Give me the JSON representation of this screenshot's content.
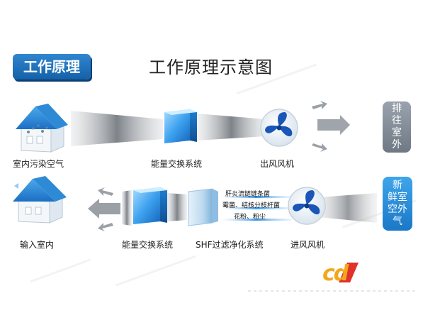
{
  "header": {
    "badge": "工作原理",
    "title": "工作原理示意图"
  },
  "top_row": {
    "house_label": "室内污染空气",
    "exchanger_label": "能量交换系统",
    "fan_label": "出风风机",
    "tag_chars": [
      "排",
      "往",
      "室",
      "外"
    ]
  },
  "bottom_row": {
    "house_label": "输入室内",
    "exchanger_label": "能量交换系统",
    "filter_label": "SHF过滤净化系统",
    "fan_label": "进风风机",
    "tag_chars": [
      "新",
      "鲜室",
      "空外",
      "气"
    ],
    "filter_notes": [
      "肝炎流链链条菌",
      "霉菌、结核分枝杆菌",
      "花粉、粉尘"
    ]
  },
  "brand": {
    "text": "cd"
  },
  "colors": {
    "blue": "#1a6fc2",
    "blue_light": "#5db3f0",
    "gray_arrow": "#9aa0a6",
    "tag_gray": "#7b848d",
    "tag_blue": "#2a8fdc",
    "brand_red": "#e0312b"
  }
}
